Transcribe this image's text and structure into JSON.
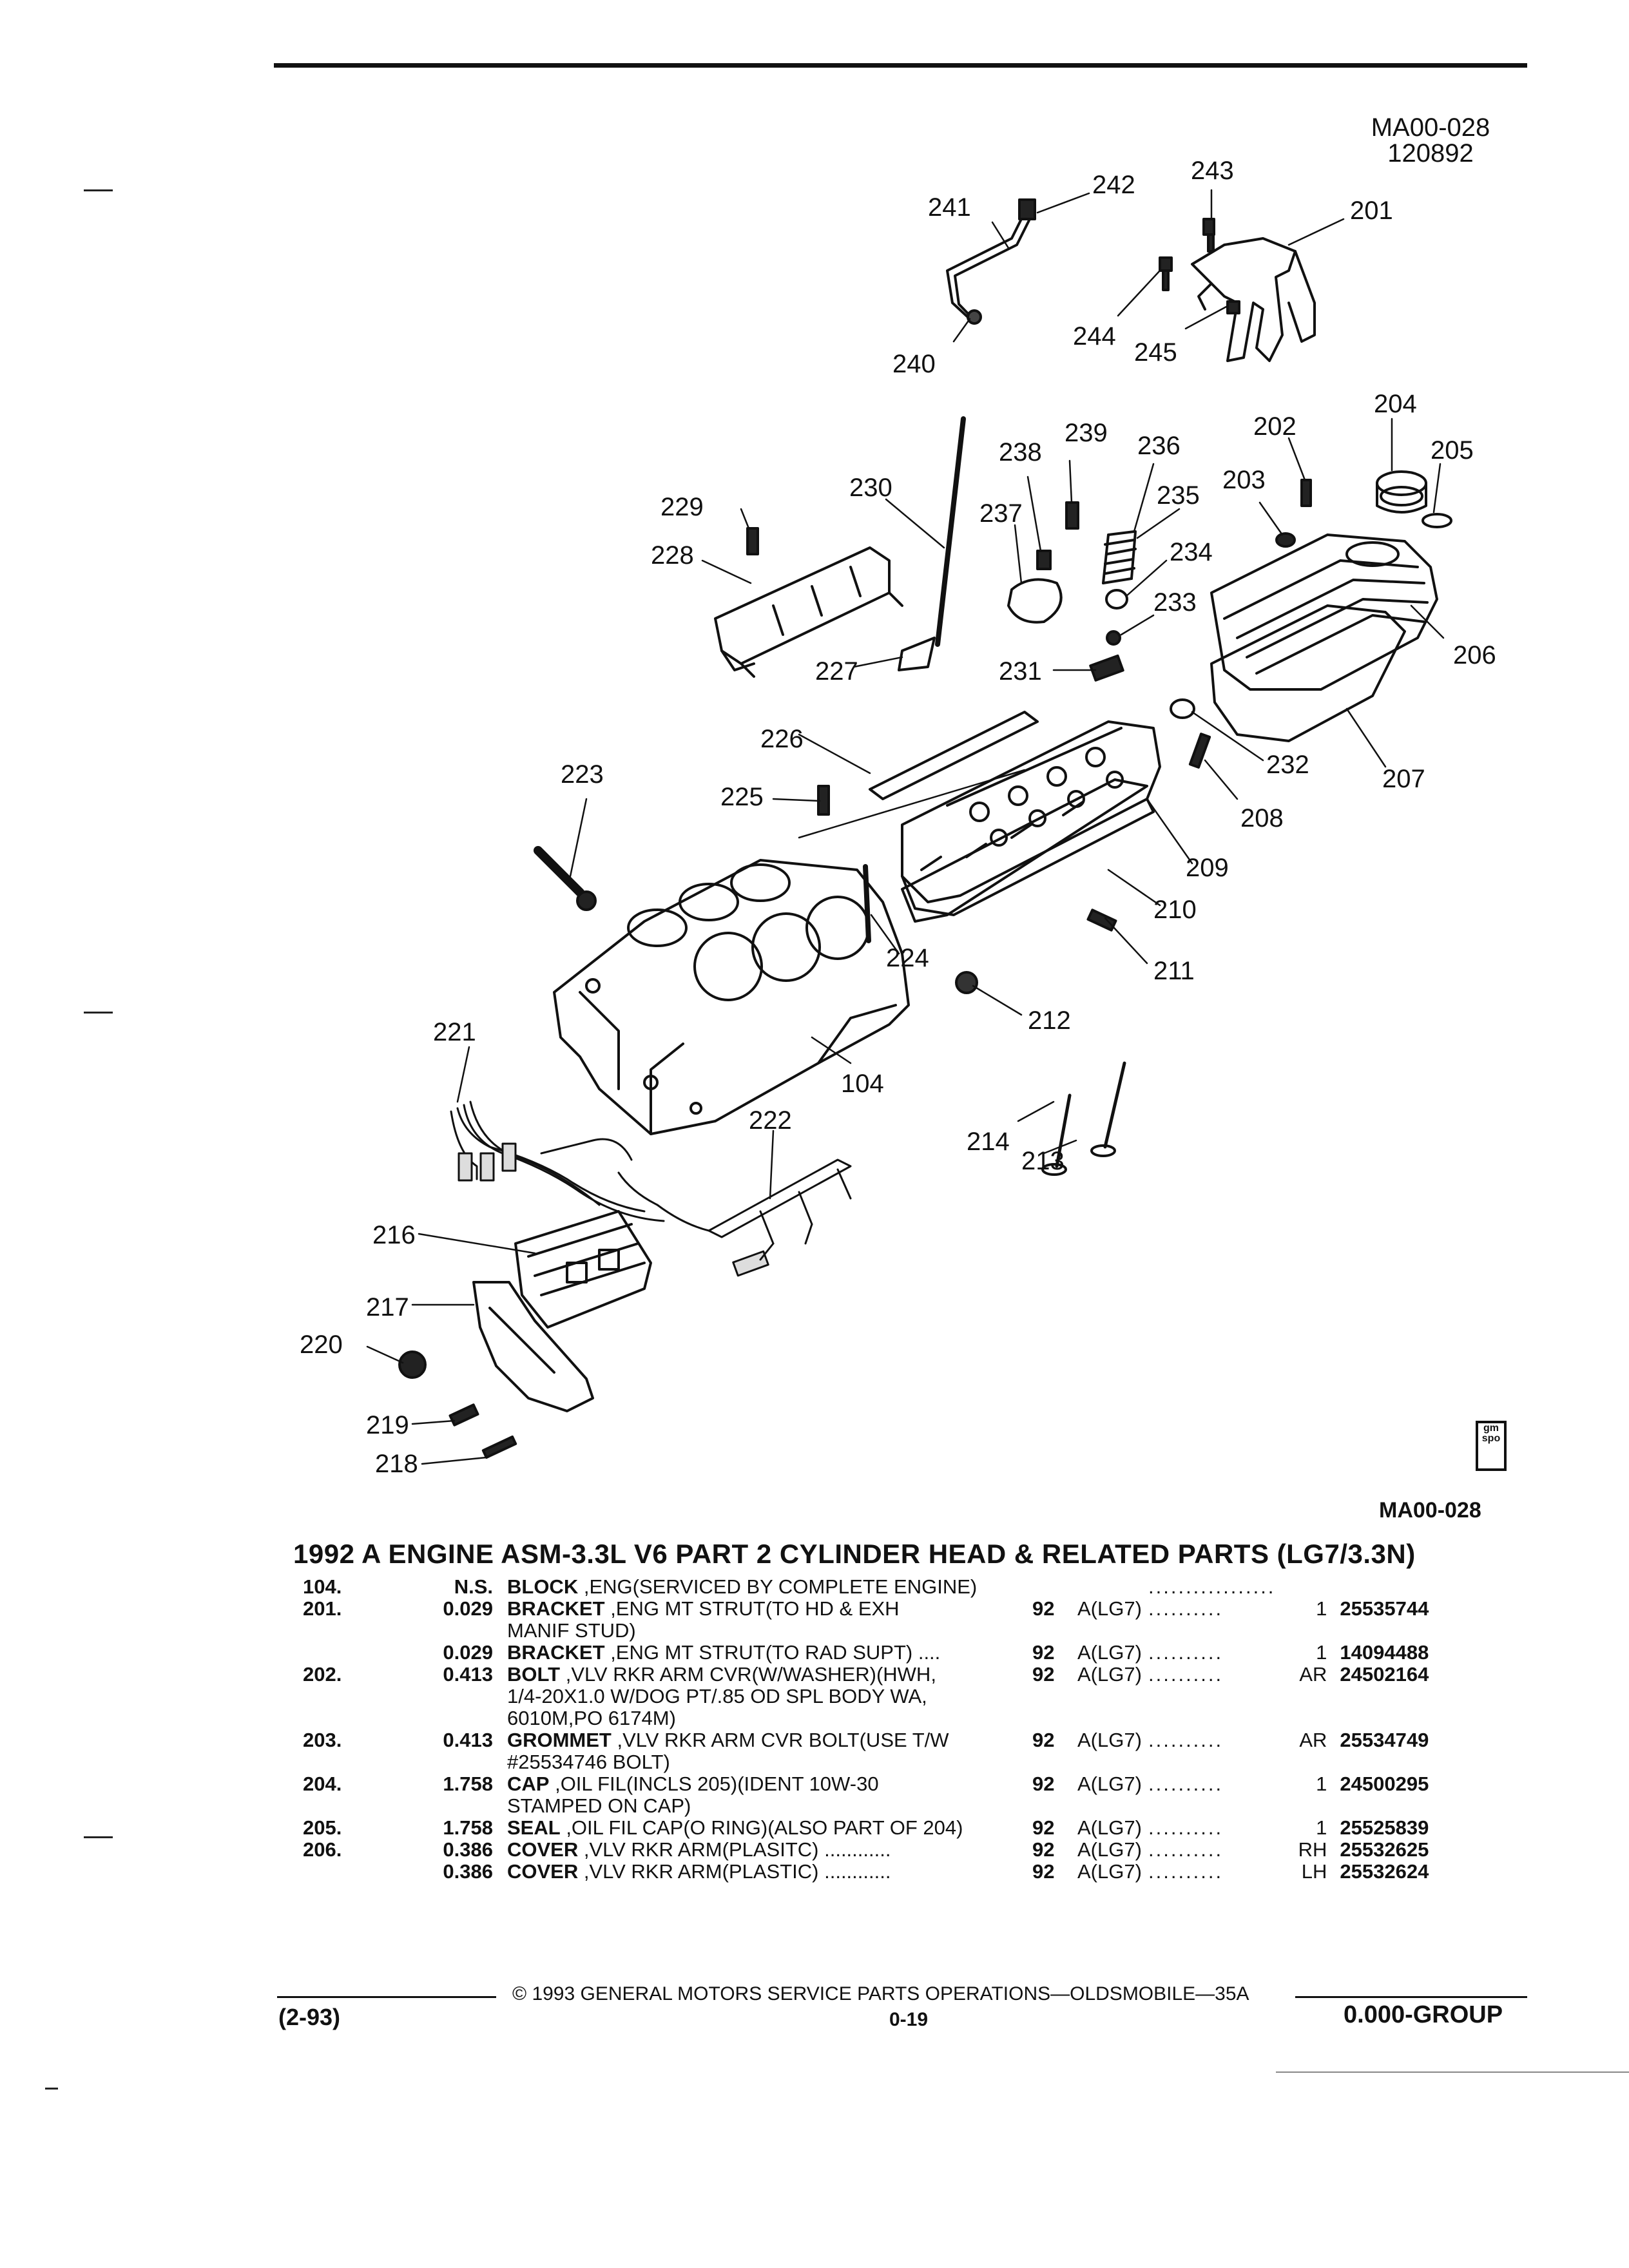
{
  "header": {
    "diagram_id": "MA00-028",
    "diagram_date": "120892"
  },
  "diagram": {
    "callouts": [
      "241",
      "242",
      "243",
      "201",
      "240",
      "244",
      "245",
      "204",
      "202",
      "205",
      "239",
      "238",
      "236",
      "203",
      "230",
      "235",
      "229",
      "237",
      "234",
      "228",
      "233",
      "206",
      "227",
      "231",
      "232",
      "207",
      "226",
      "223",
      "225",
      "208",
      "209",
      "210",
      "224",
      "211",
      "212",
      "221",
      "104",
      "222",
      "214",
      "213",
      "216",
      "217",
      "220",
      "219",
      "218"
    ],
    "caption_id": "MA00-028",
    "logo_text": "gm spo"
  },
  "title": "1992 A ENGINE ASM-3.3L V6 PART 2 CYLINDER HEAD & RELATED PARTS (LG7/3.3N)",
  "parts": [
    {
      "ref": "104.",
      "page": "N.S.",
      "name": "BLOCK",
      "desc": ",ENG(SERVICED BY COMPLETE ENGINE)",
      "yr": "",
      "app": "",
      "dots": ".................",
      "qty": "",
      "pn": ""
    },
    {
      "ref": "201.",
      "page": "0.029",
      "name": "BRACKET",
      "desc": ",ENG MT STRUT(TO HD & EXH",
      "yr": "92",
      "app": "A(LG7)",
      "dots": "..........",
      "qty": "1",
      "pn": "25535744"
    },
    {
      "ref": "",
      "page": "",
      "name": "",
      "desc": "MANIF STUD)",
      "yr": "",
      "app": "",
      "dots": "",
      "qty": "",
      "pn": ""
    },
    {
      "ref": "",
      "page": "0.029",
      "name": "BRACKET",
      "desc": ",ENG MT STRUT(TO RAD SUPT) ....",
      "yr": "92",
      "app": "A(LG7)",
      "dots": "..........",
      "qty": "1",
      "pn": "14094488"
    },
    {
      "ref": "202.",
      "page": "0.413",
      "name": "BOLT",
      "desc": ",VLV RKR ARM CVR(W/WASHER)(HWH,",
      "yr": "92",
      "app": "A(LG7)",
      "dots": "..........",
      "qty": "AR",
      "pn": "24502164"
    },
    {
      "ref": "",
      "page": "",
      "name": "",
      "desc": "1/4-20X1.0 W/DOG PT/.85 OD SPL BODY WA,",
      "yr": "",
      "app": "",
      "dots": "",
      "qty": "",
      "pn": ""
    },
    {
      "ref": "",
      "page": "",
      "name": "",
      "desc": "6010M,PO 6174M)",
      "yr": "",
      "app": "",
      "dots": "",
      "qty": "",
      "pn": ""
    },
    {
      "ref": "203.",
      "page": "0.413",
      "name": "GROMMET",
      "desc": ",VLV RKR ARM CVR BOLT(USE T/W",
      "yr": "92",
      "app": "A(LG7)",
      "dots": "..........",
      "qty": "AR",
      "pn": "25534749"
    },
    {
      "ref": "",
      "page": "",
      "name": "",
      "desc": "#25534746 BOLT)",
      "yr": "",
      "app": "",
      "dots": "",
      "qty": "",
      "pn": ""
    },
    {
      "ref": "204.",
      "page": "1.758",
      "name": "CAP",
      "desc": ",OIL FIL(INCLS 205)(IDENT 10W-30",
      "yr": "92",
      "app": "A(LG7)",
      "dots": "..........",
      "qty": "1",
      "pn": "24500295"
    },
    {
      "ref": "",
      "page": "",
      "name": "",
      "desc": "STAMPED ON CAP)",
      "yr": "",
      "app": "",
      "dots": "",
      "qty": "",
      "pn": ""
    },
    {
      "ref": "205.",
      "page": "1.758",
      "name": "SEAL",
      "desc": ",OIL FIL CAP(O RING)(ALSO PART OF 204)",
      "yr": "92",
      "app": "A(LG7)",
      "dots": "..........",
      "qty": "1",
      "pn": "25525839"
    },
    {
      "ref": "206.",
      "page": "0.386",
      "name": "COVER",
      "desc": ",VLV RKR ARM(PLASITC) ............",
      "yr": "92",
      "app": "A(LG7)",
      "dots": "..........",
      "qty": "RH",
      "pn": "25532625"
    },
    {
      "ref": "",
      "page": "0.386",
      "name": "COVER",
      "desc": ",VLV RKR ARM(PLASTIC) ............",
      "yr": "92",
      "app": "A(LG7)",
      "dots": "..........",
      "qty": "LH",
      "pn": "25532624"
    }
  ],
  "footer": {
    "copyright": "© 1993 GENERAL MOTORS SERVICE PARTS OPERATIONS—OLDSMOBILE—35A",
    "date_code": "(2-93)",
    "page_number": "0-19",
    "group": "0.000-GROUP"
  }
}
